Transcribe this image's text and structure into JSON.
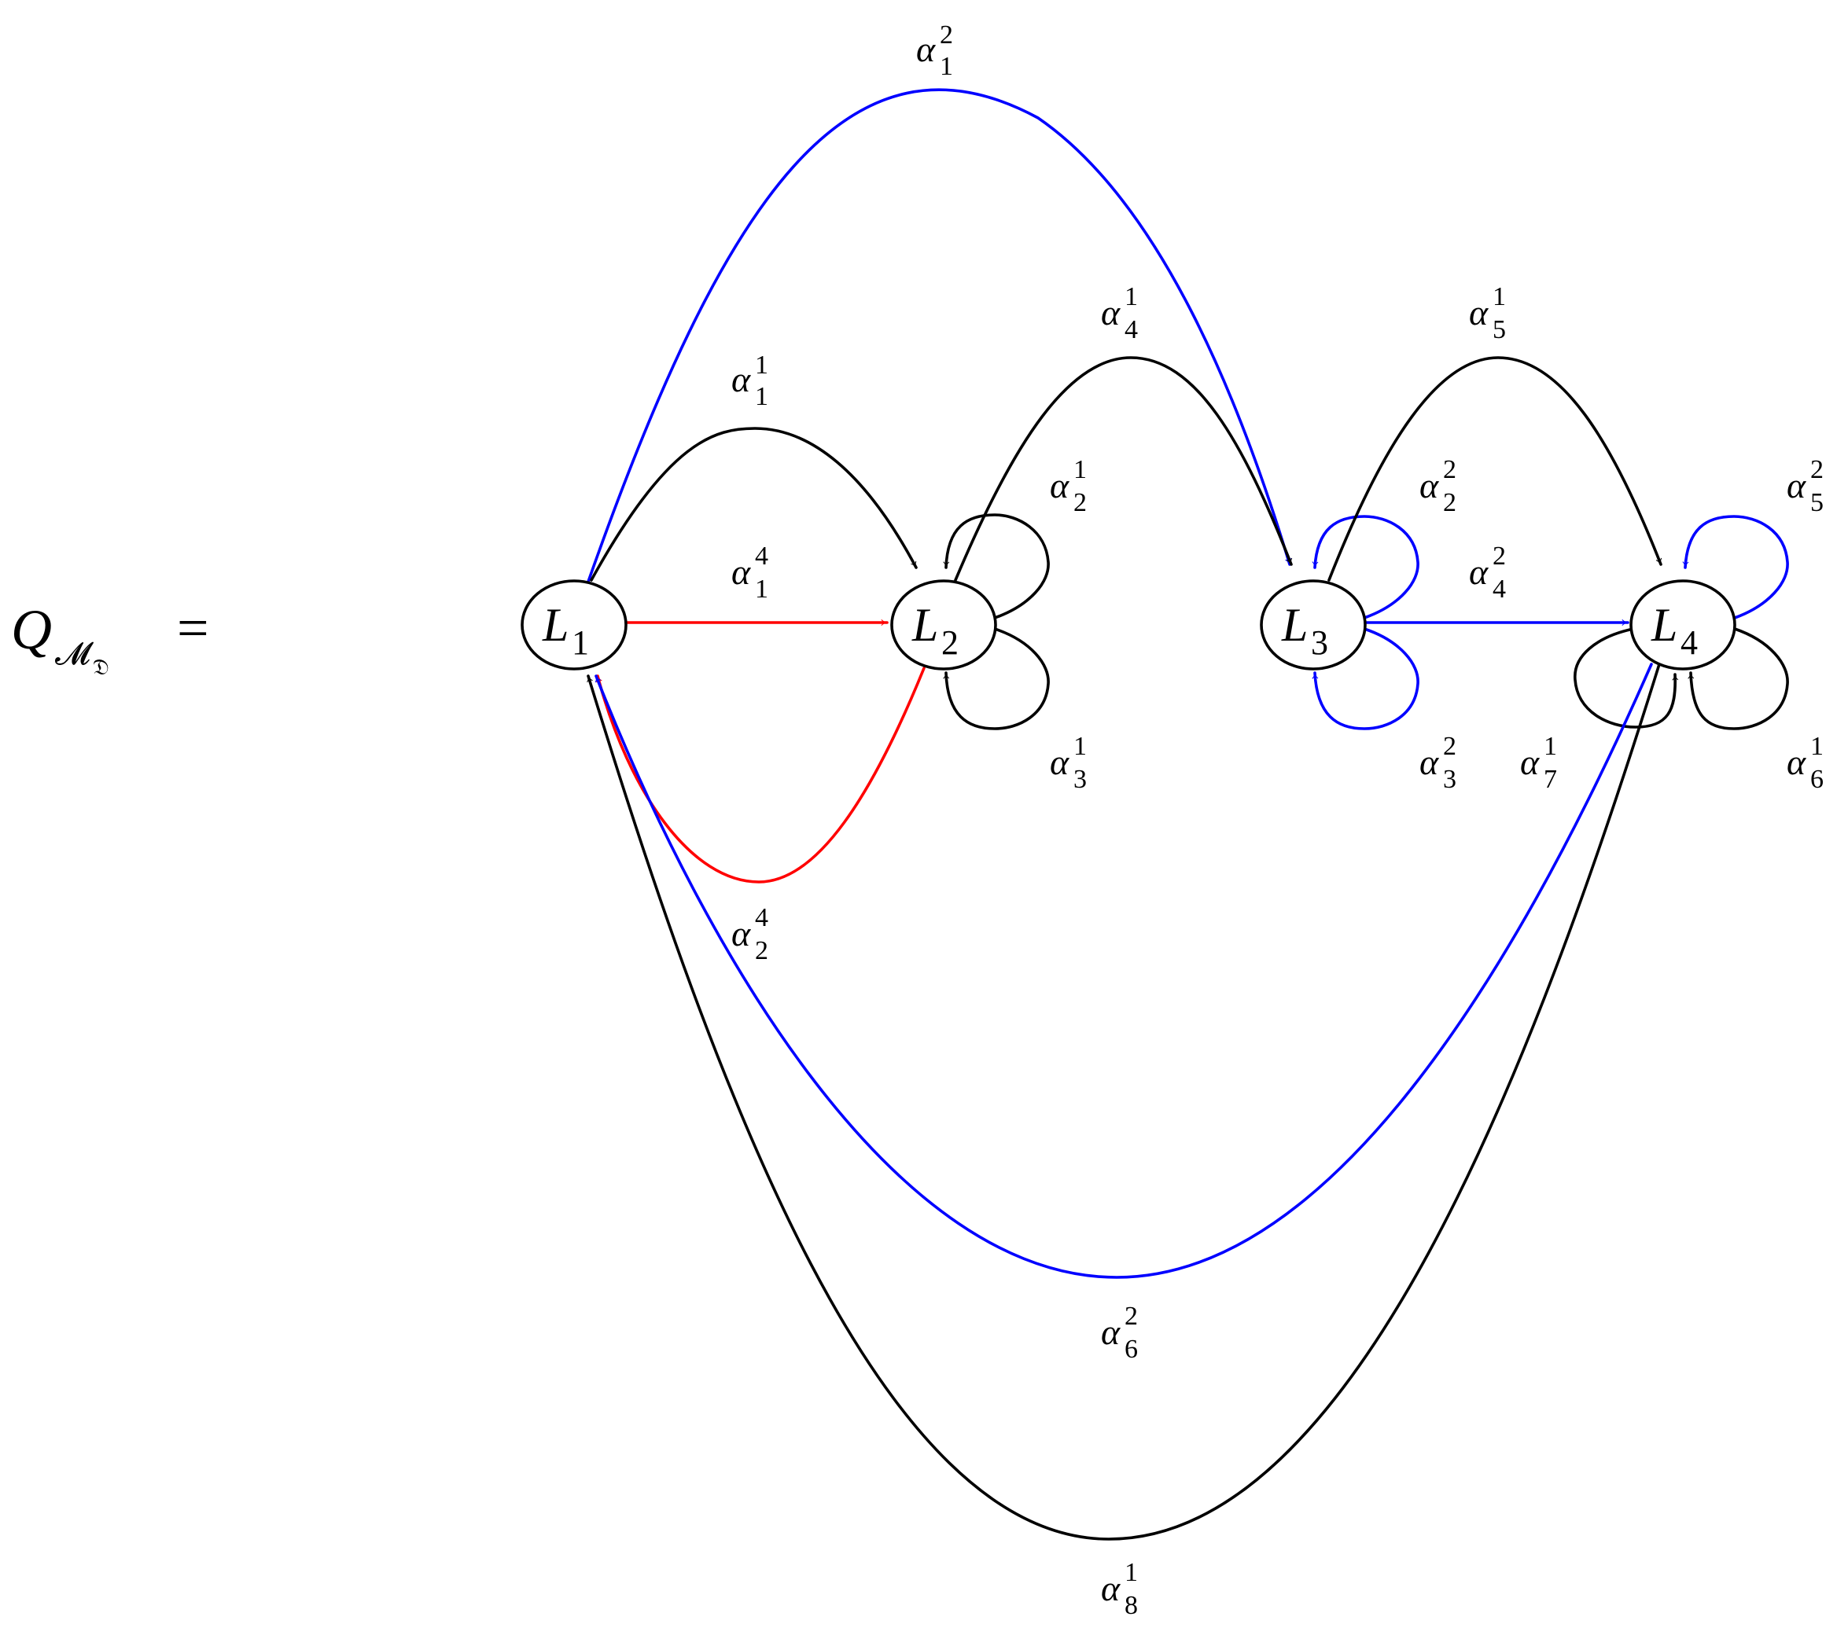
{
  "equation": {
    "q": "Q",
    "sub_m": "𝓜",
    "sub_d": "𝔇",
    "equals": "="
  },
  "nodes": [
    {
      "id": "L1",
      "letter": "L",
      "index": "1"
    },
    {
      "id": "L2",
      "letter": "L",
      "index": "2"
    },
    {
      "id": "L3",
      "letter": "L",
      "index": "3"
    },
    {
      "id": "L4",
      "letter": "L",
      "index": "4"
    }
  ],
  "colors": {
    "black": "#000000",
    "blue": "#0000ff",
    "red": "#ff0000"
  },
  "edges": [
    {
      "id": "a1_1",
      "from": "L1",
      "to": "L2",
      "color": "black",
      "sym": "α",
      "sub": "1",
      "sup": "1"
    },
    {
      "id": "a1_4",
      "from": "L1",
      "to": "L2",
      "color": "red",
      "sym": "α",
      "sub": "1",
      "sup": "4"
    },
    {
      "id": "a1_2",
      "from": "L1",
      "to": "L3",
      "color": "blue",
      "sym": "α",
      "sub": "1",
      "sup": "2"
    },
    {
      "id": "a2_1",
      "from": "L2",
      "to": "L2",
      "color": "black",
      "sym": "α",
      "sub": "2",
      "sup": "1"
    },
    {
      "id": "a3_1",
      "from": "L2",
      "to": "L2",
      "color": "black",
      "sym": "α",
      "sub": "3",
      "sup": "1"
    },
    {
      "id": "a4_1",
      "from": "L2",
      "to": "L3",
      "color": "black",
      "sym": "α",
      "sub": "4",
      "sup": "1"
    },
    {
      "id": "a2_4",
      "from": "L2",
      "to": "L1",
      "color": "red",
      "sym": "α",
      "sub": "2",
      "sup": "4"
    },
    {
      "id": "a2_2",
      "from": "L3",
      "to": "L3",
      "color": "blue",
      "sym": "α",
      "sub": "2",
      "sup": "2"
    },
    {
      "id": "a3_2",
      "from": "L3",
      "to": "L3",
      "color": "blue",
      "sym": "α",
      "sub": "3",
      "sup": "2"
    },
    {
      "id": "a5_1",
      "from": "L3",
      "to": "L4",
      "color": "black",
      "sym": "α",
      "sub": "5",
      "sup": "1"
    },
    {
      "id": "a4_2",
      "from": "L3",
      "to": "L4",
      "color": "blue",
      "sym": "α",
      "sub": "4",
      "sup": "2"
    },
    {
      "id": "a5_2",
      "from": "L4",
      "to": "L4",
      "color": "blue",
      "sym": "α",
      "sub": "5",
      "sup": "2"
    },
    {
      "id": "a6_1",
      "from": "L4",
      "to": "L4",
      "color": "black",
      "sym": "α",
      "sub": "6",
      "sup": "1"
    },
    {
      "id": "a7_1",
      "from": "L4",
      "to": "L4",
      "color": "black",
      "sym": "α",
      "sub": "7",
      "sup": "1"
    },
    {
      "id": "a6_2",
      "from": "L4",
      "to": "L1",
      "color": "blue",
      "sym": "α",
      "sub": "6",
      "sup": "2"
    },
    {
      "id": "a8_1",
      "from": "L4",
      "to": "L1",
      "color": "black",
      "sym": "α",
      "sub": "8",
      "sup": "1"
    }
  ]
}
